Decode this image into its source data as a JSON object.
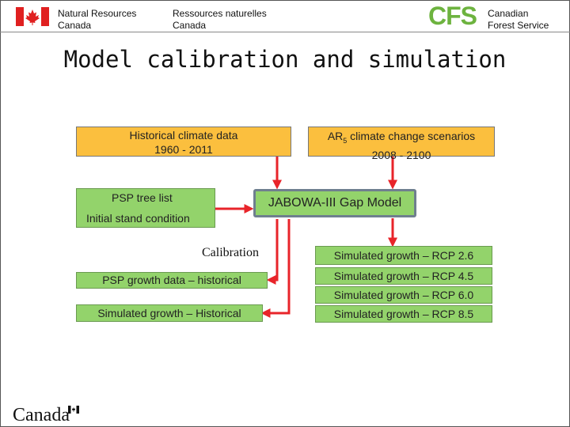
{
  "header": {
    "nrc_en_line1": "Natural Resources",
    "nrc_en_line2": "Canada",
    "nrc_fr_line1": "Ressources naturelles",
    "nrc_fr_line2": "Canada",
    "cfs_logo": "CFS",
    "cfs_line1": "Canadian",
    "cfs_line2": "Forest Service"
  },
  "title": "Model calibration and simulation",
  "boxes": {
    "historical_climate_line1": "Historical climate data",
    "historical_climate_line2": "1960 - 2011",
    "ar5_prefix": "AR",
    "ar5_sub": "5",
    "ar5_suffix": " climate change scenarios",
    "ar5_line2": "2008 - 2100",
    "psp_tree_list": "PSP tree list",
    "initial_stand": "Initial stand condition",
    "model": "JABOWA-III Gap Model",
    "calibration": "Calibration",
    "psp_growth": "PSP growth data – historical",
    "sim_historical": "Simulated growth – Historical",
    "rcp26": "Simulated growth – RCP 2.6",
    "rcp45": "Simulated growth – RCP 4.5",
    "rcp60": "Simulated growth – RCP 6.0",
    "rcp85": "Simulated growth – RCP 8.5"
  },
  "footer": {
    "wordmark": "Canada"
  },
  "colors": {
    "orange_box": "#fbbf3e",
    "green_box": "#93d36b",
    "arrow": "#e8242a",
    "cfs_green": "#6db33f",
    "flag_red": "#e02020"
  }
}
